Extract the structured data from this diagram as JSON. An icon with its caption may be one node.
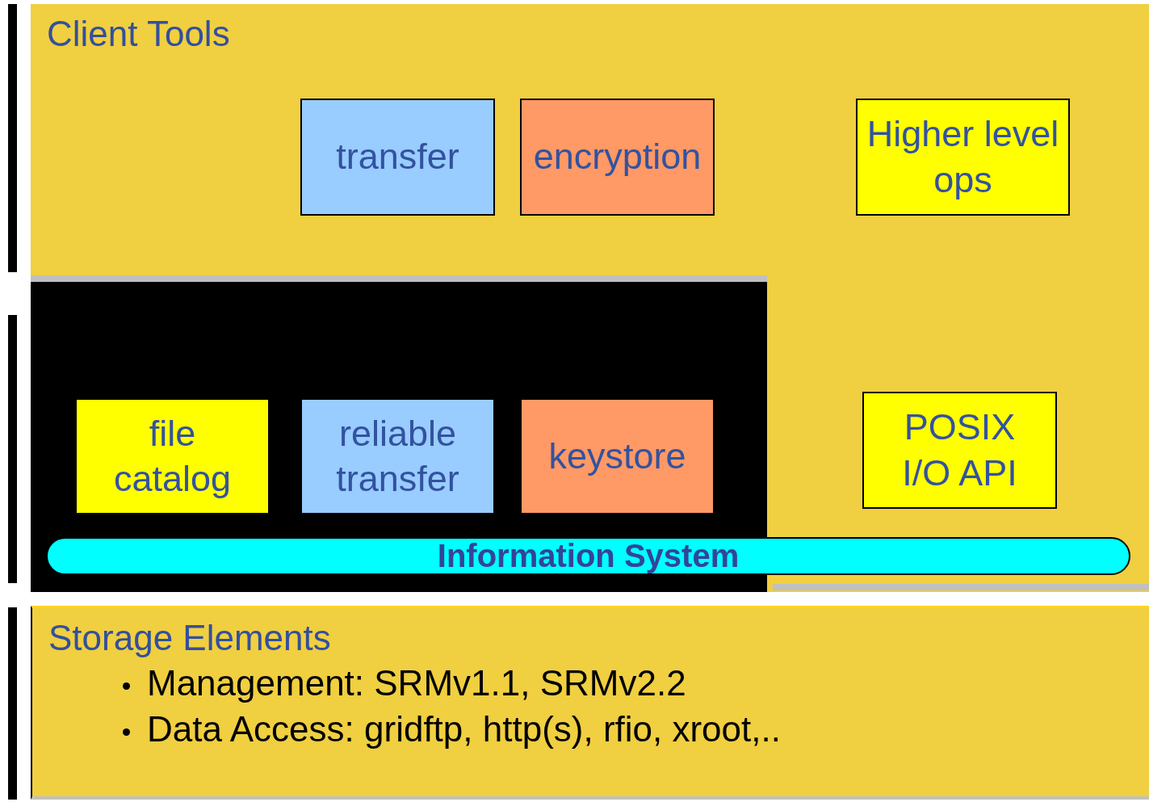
{
  "diagram": {
    "nodes": [
      {
        "text": [
          "Client Tools"
        ]
      },
      {
        "text": [
          "transfer"
        ],
        "in": 0
      },
      {
        "text": [
          "encryption"
        ],
        "in": 0
      },
      {
        "text": [
          "Higher level ops"
        ],
        "in": 0
      },
      {
        "text": [],
        "shape": "box"
      },
      {
        "text": [
          "file catalog"
        ],
        "in": 4
      },
      {
        "text": [
          "reliable transfer"
        ],
        "in": 4
      },
      {
        "text": [
          "keystore"
        ],
        "in": 4
      },
      {
        "text": [
          "POSIX I/O API"
        ],
        "in": 0
      },
      {
        "text": [
          "Information System"
        ]
      },
      {
        "text": [
          "Storage Elements",
          "Management: SRMv1.1, SRMv2.2",
          "Data Access: gridftp, http(s), rfio, xroot,.."
        ]
      }
    ]
  }
}
